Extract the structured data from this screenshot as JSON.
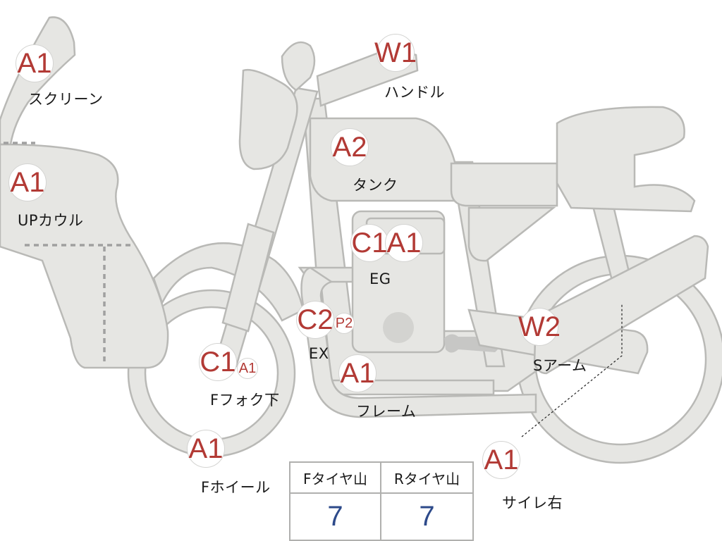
{
  "parts": [
    {
      "id": "screen",
      "grades": [
        "A1"
      ],
      "label": "スクリーン"
    },
    {
      "id": "handle",
      "grades": [
        "W1"
      ],
      "label": "ハンドル"
    },
    {
      "id": "tank",
      "grades": [
        "A2"
      ],
      "label": "タンク"
    },
    {
      "id": "up-cowl",
      "grades": [
        "A1"
      ],
      "label": "UPカウル"
    },
    {
      "id": "engine",
      "grades": [
        "C1",
        "A1"
      ],
      "label": "EG"
    },
    {
      "id": "exhaust",
      "grades": [
        "C2",
        "P2"
      ],
      "label": "EX"
    },
    {
      "id": "swing-arm",
      "grades": [
        "W2"
      ],
      "label": "Sアーム"
    },
    {
      "id": "front-fork-lower",
      "grades": [
        "C1",
        "A1"
      ],
      "label": "Fフォク下"
    },
    {
      "id": "frame",
      "grades": [
        "A1"
      ],
      "label": "フレーム"
    },
    {
      "id": "front-wheel",
      "grades": [
        "A1"
      ],
      "label": "Fホイール"
    },
    {
      "id": "silencer-right",
      "grades": [
        "A1"
      ],
      "label": "サイレ右"
    }
  ],
  "tread_table": {
    "headers": [
      "Fタイヤ山",
      "Rタイヤ山"
    ],
    "values": [
      "7",
      "7"
    ]
  },
  "colors": {
    "grade_text": "#b23a35",
    "tread_value": "#2d4a8a",
    "bike_fill": "#e6e6e3",
    "bike_outline": "#b9b9b6"
  }
}
